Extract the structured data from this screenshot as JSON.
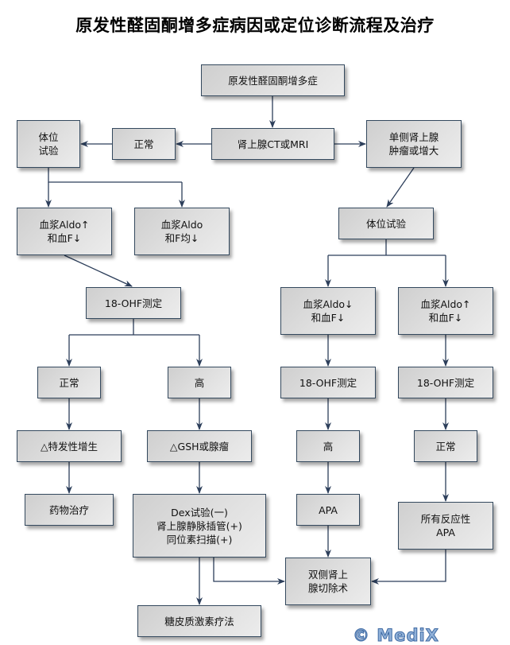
{
  "title": "原发性醛固酮增多症病因或定位诊断流程及治疗",
  "colors": {
    "edge": "#2c3e5a",
    "node_border": "#34495e",
    "node_fill": "#dcdcdc",
    "watermark": "#8fb0d8"
  },
  "nodes": {
    "root": "原发性醛固酮增多症",
    "ct_mri": "肾上腺CT或MRI",
    "normal_top": "正常",
    "posture_left": "体位\n试验",
    "unilateral": "单侧肾上腺\n肿瘤或增大",
    "aldo_up_f_down_left": "血浆Aldo↑\n和血F↓",
    "aldo_f_both_down": "血浆Aldo\n和F均↓",
    "posture_right": "体位试验",
    "ohf_left": "18-OHF测定",
    "aldo_down_f_down_right": "血浆Aldo↓\n和血F↓",
    "aldo_up_f_down_right": "血浆Aldo↑\n和血F↓",
    "normal_mid": "正常",
    "high_mid": "高",
    "ohf_right1": "18-OHF测定",
    "ohf_right2": "18-OHF测定",
    "idiopathic": "△特发性增生",
    "gsh_adenoma": "△GSH或腺瘤",
    "high_right": "高",
    "normal_right": "正常",
    "drug_therapy": "药物治疗",
    "dex_test": "Dex试验(一)\n肾上腺静脉插管(+)\n同位素扫描(+)",
    "apa": "APA",
    "responsive_apa": "所有反应性\nAPA",
    "bilateral_adrenalectomy": "双侧肾上\n腺切除术",
    "glucocorticoid": "糖皮质激素疗法"
  },
  "watermark": "© MediX"
}
